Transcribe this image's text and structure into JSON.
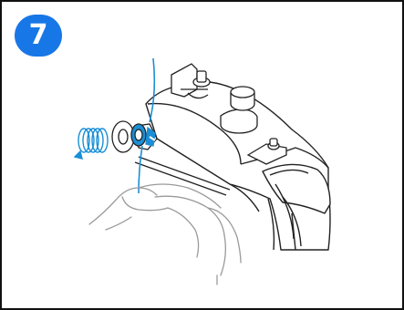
{
  "step": {
    "number": "7",
    "badge_color": "#1877e6"
  },
  "illustration": {
    "accent_color": "#1a8fd6",
    "line_color": "#222222",
    "hand_color": "#9a9a9a",
    "parts": [
      "sewing-machine-body",
      "bobbin-winder-spool",
      "thread-line",
      "thread-guide",
      "hand",
      "rotation-arrow-icon"
    ]
  }
}
